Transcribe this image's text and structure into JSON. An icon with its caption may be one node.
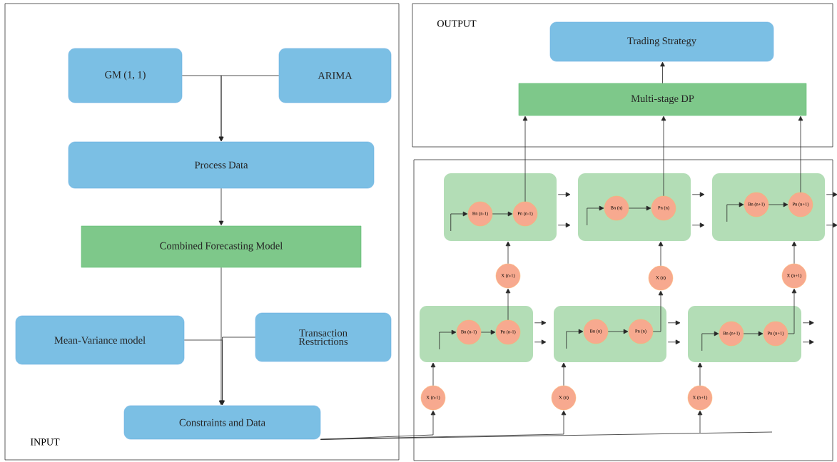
{
  "diagram": {
    "nodes": [
      {
        "text": [
          "INPUT"
        ]
      },
      {
        "text": [
          "GM (1, 1)"
        ],
        "in": 0
      },
      {
        "text": [
          "ARIMA"
        ],
        "in": 0
      },
      {
        "text": [
          "Process Data"
        ],
        "in": 0
      },
      {
        "text": [
          "Combined Forecasting Model"
        ],
        "in": 0
      },
      {
        "text": [
          "Mean-Variance model"
        ],
        "in": 0
      },
      {
        "text": [
          "Transaction Restrictions"
        ],
        "in": 0
      },
      {
        "text": [
          "Constraints and Data"
        ],
        "in": 0
      },
      {
        "text": [
          "OUTPUT"
        ]
      },
      {
        "text": [
          "Trading Strategy"
        ],
        "in": 8
      },
      {
        "text": [
          "Multi-stage DP"
        ],
        "in": 8
      },
      {
        "text": [],
        "shape": "box"
      },
      {
        "text": [],
        "shape": "box",
        "in": 11
      },
      {
        "text": [
          "Bn (n-1)"
        ],
        "in": 12
      },
      {
        "text": [
          "Pn (n-1)"
        ],
        "in": 12
      },
      {
        "text": [],
        "shape": "box",
        "in": 11
      },
      {
        "text": [
          "Bn (n)"
        ],
        "in": 15
      },
      {
        "text": [
          "Pn (n)"
        ],
        "in": 15
      },
      {
        "text": [],
        "shape": "box",
        "in": 11
      },
      {
        "text": [
          "Bn (n+1)"
        ],
        "in": 18
      },
      {
        "text": [
          "Pn (n+1)"
        ],
        "in": 18
      },
      {
        "text": [
          "X (n-1)"
        ],
        "in": 11
      },
      {
        "text": [
          "X (n)"
        ],
        "in": 11
      },
      {
        "text": [
          "X (n+1)"
        ],
        "in": 11
      },
      {
        "text": [],
        "shape": "box",
        "in": 11
      },
      {
        "text": [
          "Bn (n-1)"
        ],
        "in": 24
      },
      {
        "text": [
          "Pn (n-1)"
        ],
        "in": 24
      },
      {
        "text": [],
        "shape": "box",
        "in": 11
      },
      {
        "text": [
          "Bn (n)"
        ],
        "in": 27
      },
      {
        "text": [
          "Pn (n)"
        ],
        "in": 27
      },
      {
        "text": [],
        "shape": "box",
        "in": 11
      },
      {
        "text": [
          "Bn (n+1)"
        ],
        "in": 30
      },
      {
        "text": [
          "Pn (n+1)"
        ],
        "in": 30
      },
      {
        "text": [
          "X (n-1)"
        ],
        "in": 11
      },
      {
        "text": [
          "X (n)"
        ],
        "in": 11
      },
      {
        "text": [
          "X (n+1)"
        ],
        "in": 11
      }
    ],
    "edges": [
      {
        "from": 1,
        "to": 3,
        "arrow": "to"
      },
      {
        "from": 2,
        "to": 3,
        "arrow": "to"
      },
      {
        "from": 3,
        "to": 4,
        "arrow": "to"
      },
      {
        "from": 4,
        "to": 7,
        "arrow": "to"
      },
      {
        "from": 5,
        "to": 7,
        "arrow": "to"
      },
      {
        "from": 6,
        "to": 7,
        "arrow": "to"
      },
      {
        "from": 10,
        "to": 9,
        "arrow": "to"
      },
      {
        "from": 14,
        "to": 10,
        "arrow": "to"
      },
      {
        "from": 17,
        "to": 10,
        "arrow": "to"
      },
      {
        "from": 20,
        "to": 10,
        "arrow": "to"
      },
      {
        "from": 13,
        "to": 14,
        "arrow": "to"
      },
      {
        "from": 16,
        "to": 17,
        "arrow": "to"
      },
      {
        "from": 19,
        "to": 20,
        "arrow": "to"
      },
      {
        "from": null,
        "to": 13,
        "arrow": "to"
      },
      {
        "from": null,
        "to": 16,
        "arrow": "to"
      },
      {
        "from": null,
        "to": 19,
        "arrow": "to"
      },
      {
        "from": 12,
        "to": 15,
        "arrow": "to"
      },
      {
        "from": 12,
        "to": 15,
        "arrow": "to"
      },
      {
        "from": 15,
        "to": 18,
        "arrow": "to"
      },
      {
        "from": 15,
        "to": 18,
        "arrow": "to"
      },
      {
        "from": 18,
        "to": null,
        "arrow": "to"
      },
      {
        "from": 18,
        "to": null,
        "arrow": "to"
      },
      {
        "from": 21,
        "to": 12,
        "arrow": "to"
      },
      {
        "from": 22,
        "to": 15,
        "arrow": "to"
      },
      {
        "from": 23,
        "to": 18,
        "arrow": "to"
      },
      {
        "from": 25,
        "to": 26,
        "arrow": "to"
      },
      {
        "from": 28,
        "to": 29,
        "arrow": "to"
      },
      {
        "from": 31,
        "to": 32,
        "arrow": "to"
      },
      {
        "from": null,
        "to": 25,
        "arrow": "to"
      },
      {
        "from": null,
        "to": 28,
        "arrow": "to"
      },
      {
        "from": null,
        "to": 31,
        "arrow": "to"
      },
      {
        "from": 24,
        "to": 27,
        "arrow": "to"
      },
      {
        "from": 24,
        "to": 27,
        "arrow": "to"
      },
      {
        "from": 27,
        "to": 30,
        "arrow": "to"
      },
      {
        "from": 27,
        "to": 30,
        "arrow": "to"
      },
      {
        "from": 30,
        "to": null,
        "arrow": "to"
      },
      {
        "from": 30,
        "to": null,
        "arrow": "to"
      },
      {
        "from": 26,
        "to": 21,
        "arrow": "to"
      },
      {
        "from": 29,
        "to": 22,
        "arrow": "to"
      },
      {
        "from": 32,
        "to": 23,
        "arrow": "to"
      },
      {
        "from": 33,
        "to": 24,
        "arrow": "to"
      },
      {
        "from": 34,
        "to": 27,
        "arrow": "to"
      },
      {
        "from": 35,
        "to": 30,
        "arrow": "to"
      },
      {
        "from": 7,
        "to": 33,
        "arrow": "to"
      },
      {
        "from": 7,
        "to": 34,
        "arrow": "to"
      },
      {
        "from": 7,
        "to": 35,
        "arrow": "to"
      }
    ]
  }
}
